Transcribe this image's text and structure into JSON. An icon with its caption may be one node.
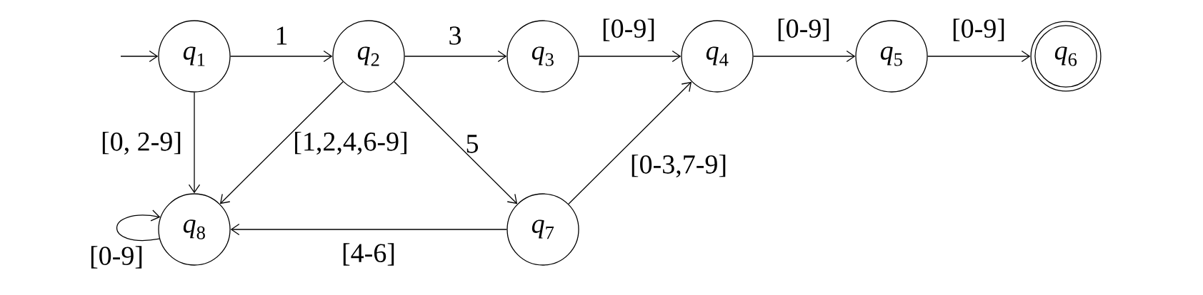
{
  "diagram": {
    "nodes": [
      {
        "text": [
          "*q*$_{1}$"
        ]
      },
      {
        "text": [
          "*q*$_{2}$"
        ]
      },
      {
        "text": [
          "*q*$_{3}$"
        ]
      },
      {
        "text": [
          "*q*$_{4}$"
        ]
      },
      {
        "text": [
          "*q*$_{5}$"
        ]
      },
      {
        "text": [
          "*q*$_{6}$"
        ]
      },
      {
        "text": [
          "*q*$_{8}$"
        ]
      },
      {
        "text": [
          "*q*$_{7}$"
        ]
      }
    ],
    "edges": [
      {
        "from": null,
        "to": 0,
        "arrow": "to"
      },
      {
        "from": 0,
        "to": 1,
        "arrow": "to",
        "label": "1"
      },
      {
        "from": 1,
        "to": 2,
        "arrow": "to",
        "label": "3"
      },
      {
        "from": 2,
        "to": 3,
        "arrow": "to",
        "label": "[0-9]"
      },
      {
        "from": 3,
        "to": 4,
        "arrow": "to",
        "label": "[0-9]"
      },
      {
        "from": 4,
        "to": 5,
        "arrow": "to",
        "label": "[0-9]"
      },
      {
        "from": 0,
        "to": 6,
        "arrow": "to",
        "label": "[0, 2-9]"
      },
      {
        "from": 1,
        "to": 6,
        "arrow": "to",
        "label": "[1,2,4,6-9]"
      },
      {
        "from": 1,
        "to": 7,
        "arrow": "to",
        "label": "5"
      },
      {
        "from": 7,
        "to": 3,
        "arrow": "to",
        "label": "[0-3,7-9]"
      },
      {
        "from": 7,
        "to": 6,
        "arrow": "to",
        "label": "[4-6]"
      },
      {
        "from": 6,
        "to": 6,
        "arrow": "to",
        "label": "[0-9]"
      }
    ]
  }
}
